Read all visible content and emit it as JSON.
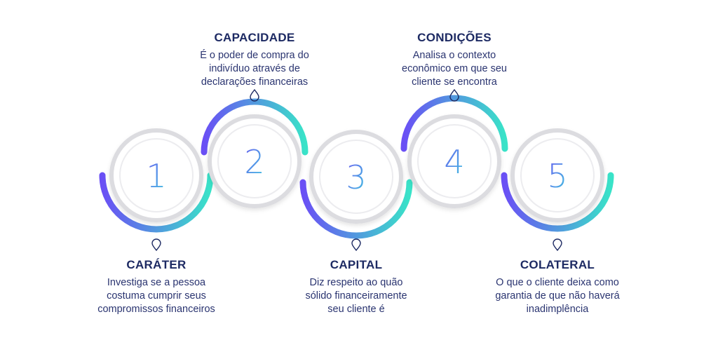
{
  "colors": {
    "gradient_start": "#6a4ff5",
    "gradient_end": "#39e3c8",
    "text_dark": "#1d2a63",
    "circle_outline": "#d9d9dc",
    "pin": "#1d2a63"
  },
  "steps": [
    {
      "number": "1",
      "title": "CARÁTER",
      "description_lines": [
        "Investiga se a pessoa",
        "costuma cumprir seus",
        "compromissos financeiros"
      ]
    },
    {
      "number": "2",
      "title": "CAPACIDADE",
      "description_lines": [
        "É o poder de compra do",
        "indivíduo através de",
        "declarações financeiras"
      ]
    },
    {
      "number": "3",
      "title": "CAPITAL",
      "description_lines": [
        "Diz respeito ao quão",
        "sólido financeiramente",
        "seu cliente é"
      ]
    },
    {
      "number": "4",
      "title": "CONDIÇÕES",
      "description_lines": [
        "Analisa o contexto",
        "econômico em que seu",
        "cliente se encontra"
      ]
    },
    {
      "number": "5",
      "title": "COLATERAL",
      "description_lines": [
        "O que o cliente deixa como",
        "garantia de que não haverá",
        "inadimplência"
      ]
    }
  ]
}
